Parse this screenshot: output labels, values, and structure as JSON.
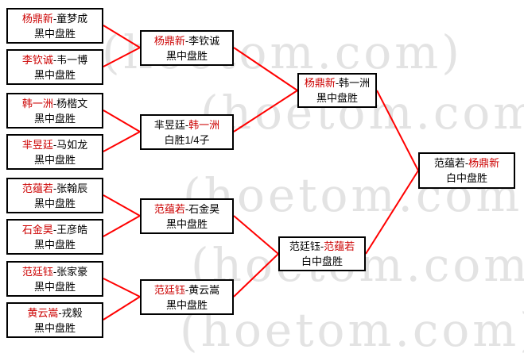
{
  "ui": {
    "separator": "-"
  },
  "colors": {
    "line": "#ff0000",
    "winner": "#cc0000",
    "box_border": "#000000",
    "background": "#ffffff"
  },
  "watermark": {
    "text": "(hoetom.com)",
    "color": "#e3e3e3"
  },
  "bracket": {
    "rounds": [
      {
        "matches": [
          {
            "p1": "杨鼎新",
            "p2": "童梦成",
            "result": "黑中盘胜",
            "winner": 1
          },
          {
            "p1": "李钦诚",
            "p2": "韦一博",
            "result": "黑中盘胜",
            "winner": 1
          },
          {
            "p1": "韩一洲",
            "p2": "杨楷文",
            "result": "黑中盘胜",
            "winner": 1
          },
          {
            "p1": "芈昱廷",
            "p2": "马如龙",
            "result": "黑中盘胜",
            "winner": 1
          },
          {
            "p1": "范蕴若",
            "p2": "张翰辰",
            "result": "黑中盘胜",
            "winner": 1
          },
          {
            "p1": "石金昊",
            "p2": "王彦皓",
            "result": "黑中盘胜",
            "winner": 1
          },
          {
            "p1": "范廷钰",
            "p2": "张家豪",
            "result": "黑中盘胜",
            "winner": 1
          },
          {
            "p1": "黄云嵩",
            "p2": "戎毅",
            "result": "黑中盘胜",
            "winner": 1
          }
        ]
      },
      {
        "matches": [
          {
            "p1": "杨鼎新",
            "p2": "李钦诚",
            "result": "黑中盘胜",
            "winner": 1
          },
          {
            "p1": "芈昱廷",
            "p2": "韩一洲",
            "result": "白胜1/4子",
            "winner": 2
          },
          {
            "p1": "范蕴若",
            "p2": "石金昊",
            "result": "黑中盘胜",
            "winner": 1
          },
          {
            "p1": "范廷钰",
            "p2": "黄云嵩",
            "result": "黑中盘胜",
            "winner": 1
          }
        ]
      },
      {
        "matches": [
          {
            "p1": "杨鼎新",
            "p2": "韩一洲",
            "result": "黑中盘胜",
            "winner": 1
          },
          {
            "p1": "范廷钰",
            "p2": "范蕴若",
            "result": "白中盘胜",
            "winner": 2
          }
        ]
      },
      {
        "matches": [
          {
            "p1": "范蕴若",
            "p2": "杨鼎新",
            "result": "白中盘胜",
            "winner": 2
          }
        ]
      }
    ]
  }
}
